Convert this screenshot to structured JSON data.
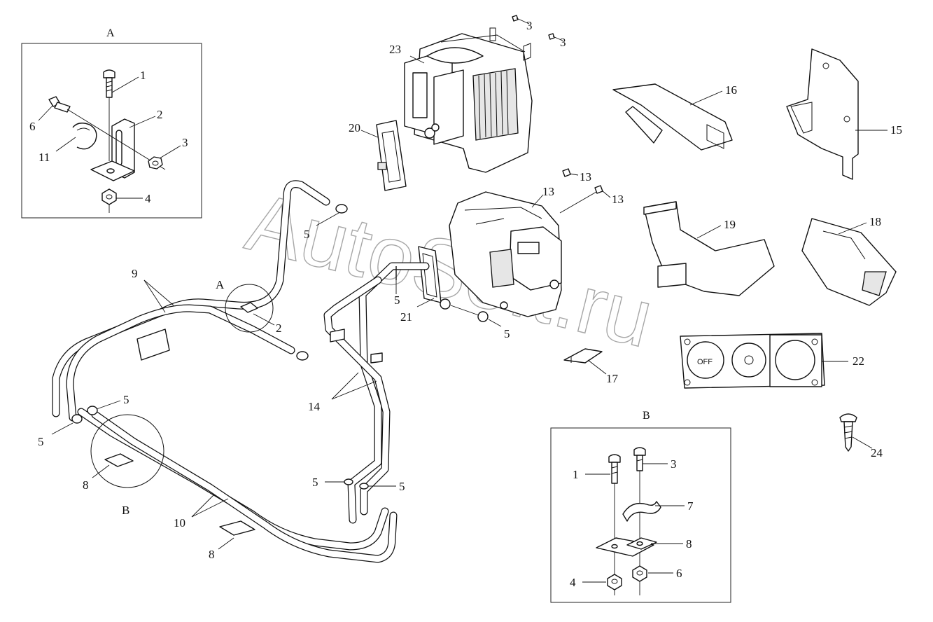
{
  "inset_a": {
    "title": "A"
  },
  "inset_b": {
    "title": "B"
  },
  "detail_marks": {
    "a": "A",
    "b": "B"
  },
  "watermark": "AutoSoft.ru",
  "knob_label": "OFF",
  "callouts": {
    "a1": "1",
    "a2": "2",
    "a3": "3",
    "a4": "4",
    "a6": "6",
    "a11": "11",
    "b1": "1",
    "b3": "3",
    "b7": "7",
    "b8": "8",
    "b4": "4",
    "b6": "6",
    "p23": "23",
    "p3a": "3",
    "p3b": "3",
    "p20": "20",
    "p16": "16",
    "p15": "15",
    "p13a": "13",
    "p13b": "13",
    "p13c": "13",
    "p19": "19",
    "p18": "18",
    "p22": "22",
    "p24": "24",
    "p17": "17",
    "p21": "21",
    "p5a": "5",
    "p5b": "5",
    "p5c": "5",
    "p5d": "5",
    "p5e": "5",
    "p5f": "5",
    "p5g": "5",
    "p9": "9",
    "p2": "2",
    "p14": "14",
    "p10": "10",
    "p8a": "8",
    "p8b": "8"
  }
}
